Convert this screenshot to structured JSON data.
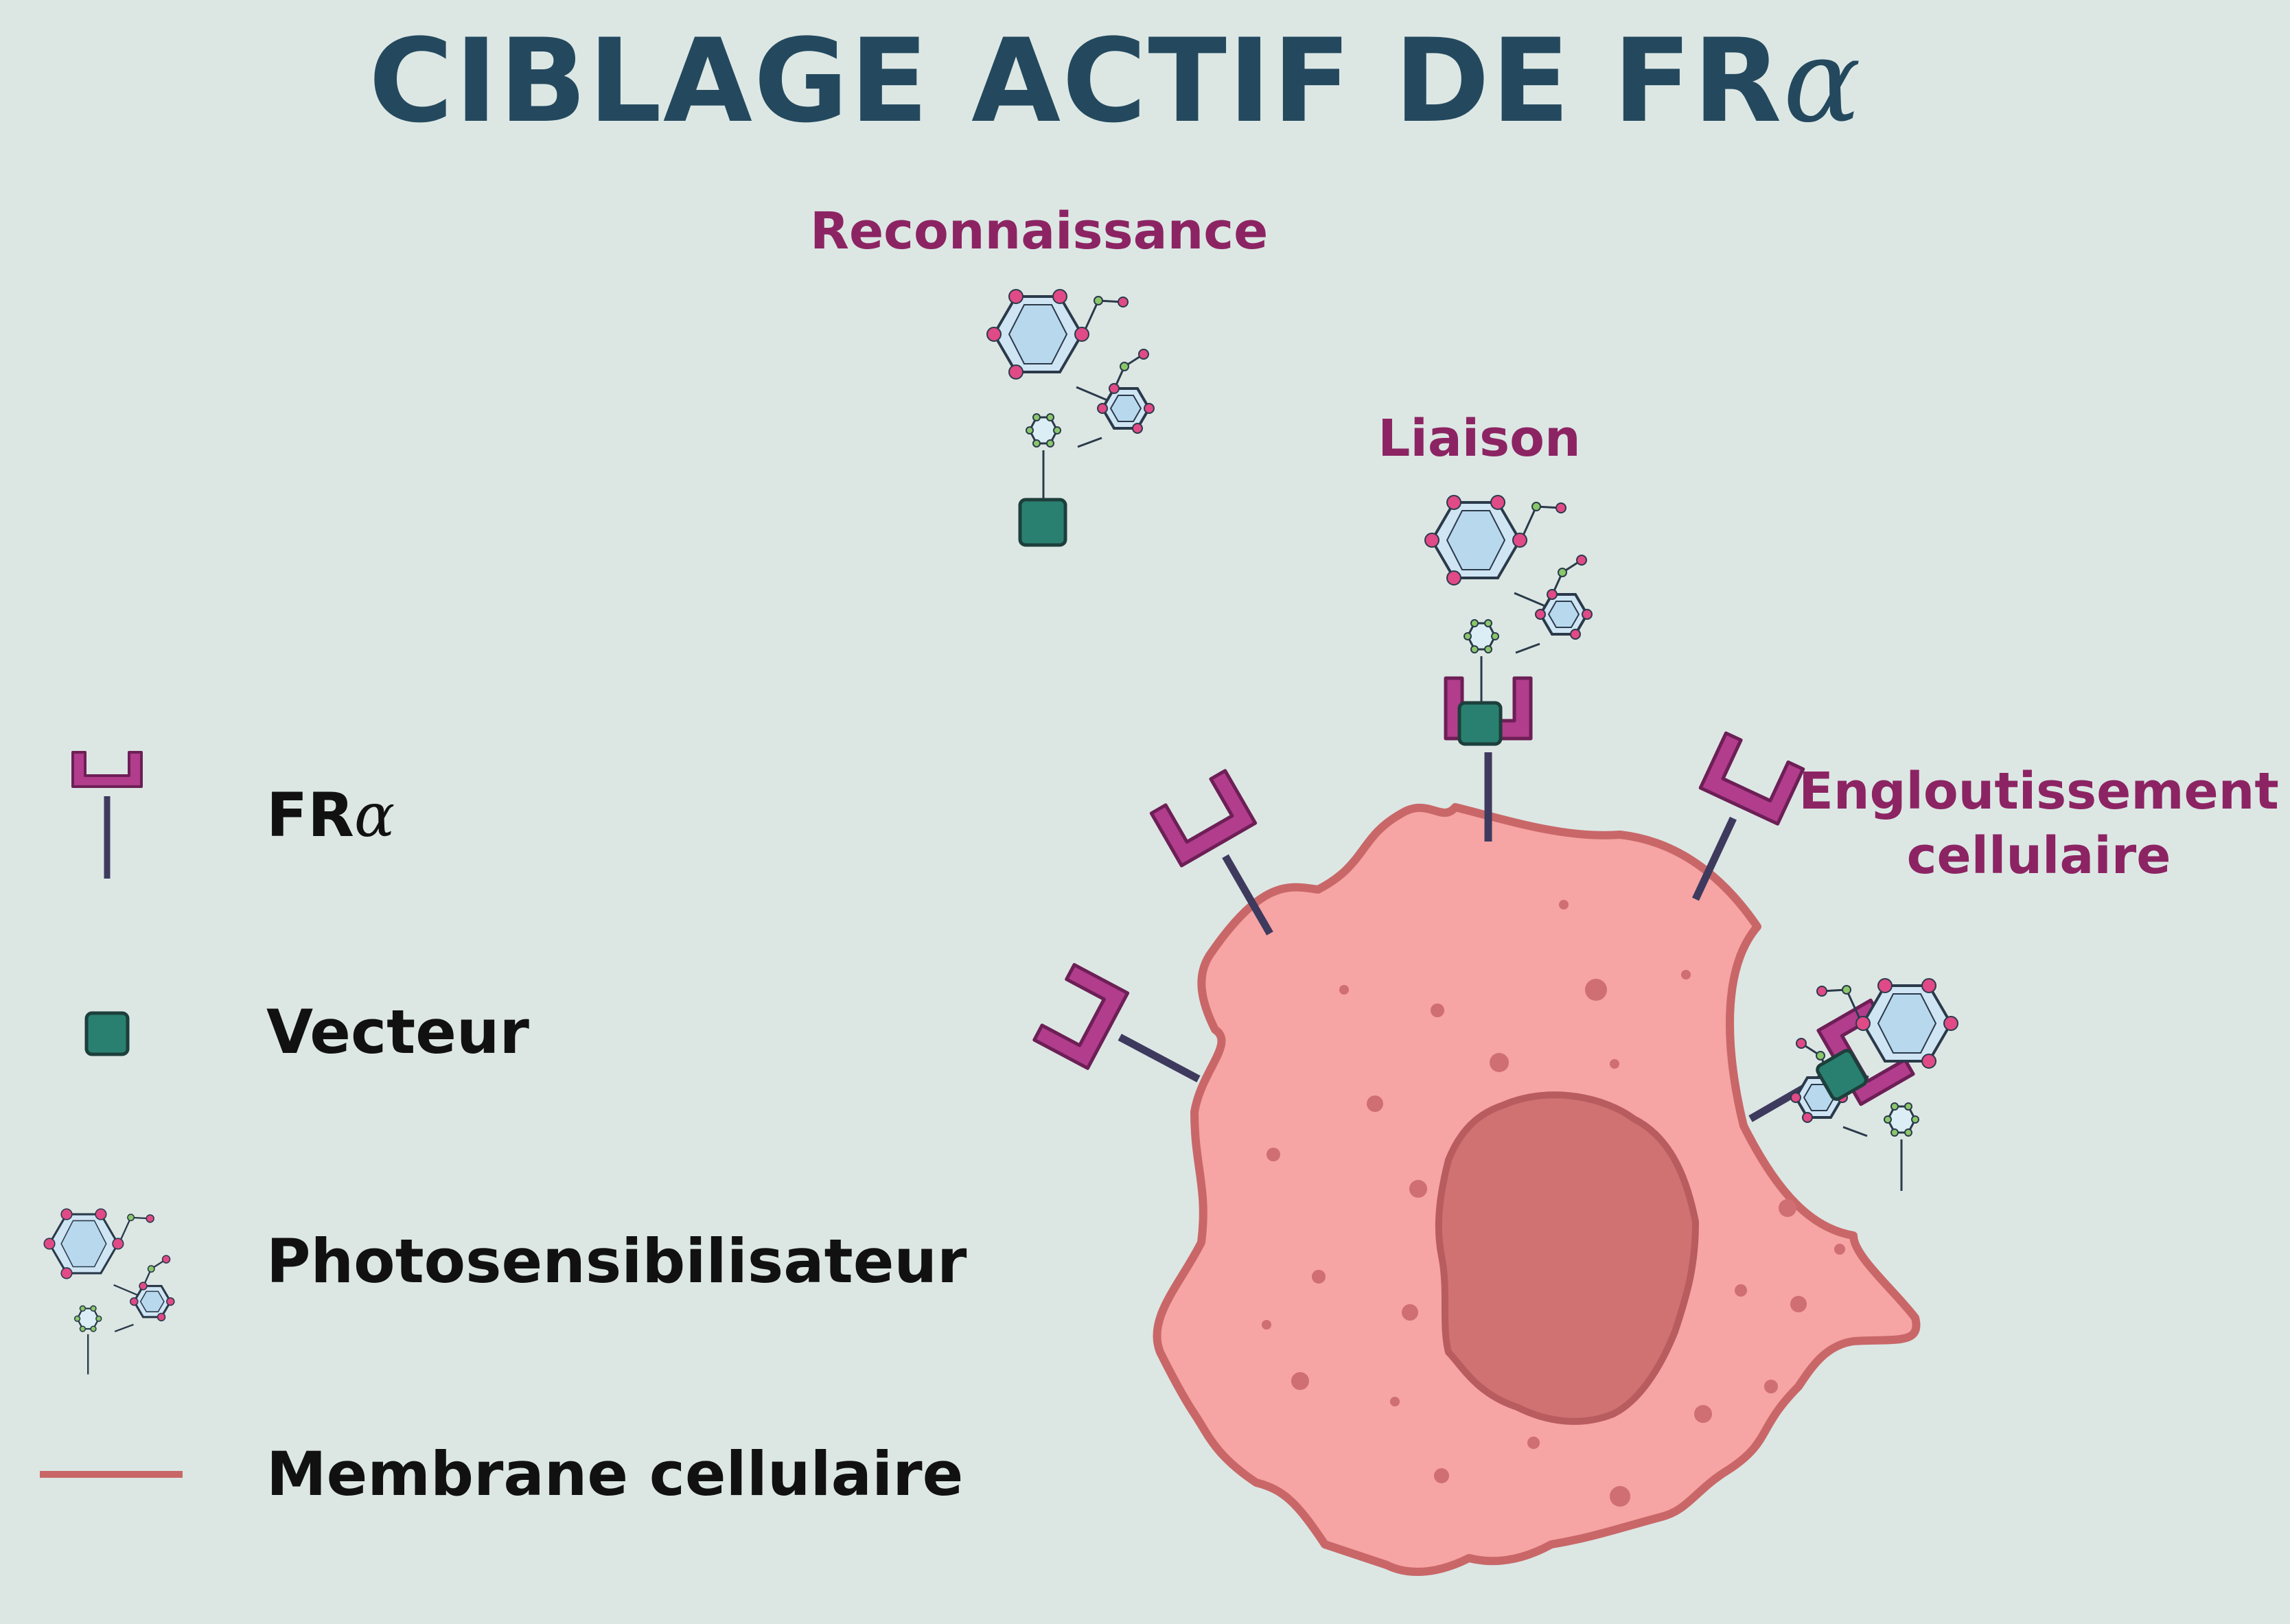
{
  "title": {
    "main": "CIBLAGE ACTIF DE FR",
    "greek": "α"
  },
  "steps": {
    "recognition": "Reconnaissance",
    "binding": "Liaison",
    "engulfment_line1": "Engloutissement",
    "engulfment_line2": "cellulaire"
  },
  "legend": {
    "receptor": {
      "text": "FR",
      "greek": "α"
    },
    "vector": "Vecteur",
    "photosensitizer": "Photosensibilisateur",
    "membrane": "Membrane cellulaire"
  },
  "colors": {
    "background": "#dce7e4",
    "title": "#24495e",
    "step_label": "#8c2463",
    "receptor": "#b13d8c",
    "stalk": "#3e3a5e",
    "vector": "#2a8070",
    "cell_fill": "#f6a4a4",
    "membrane": "#c96768",
    "nucleus": "#d07272"
  }
}
